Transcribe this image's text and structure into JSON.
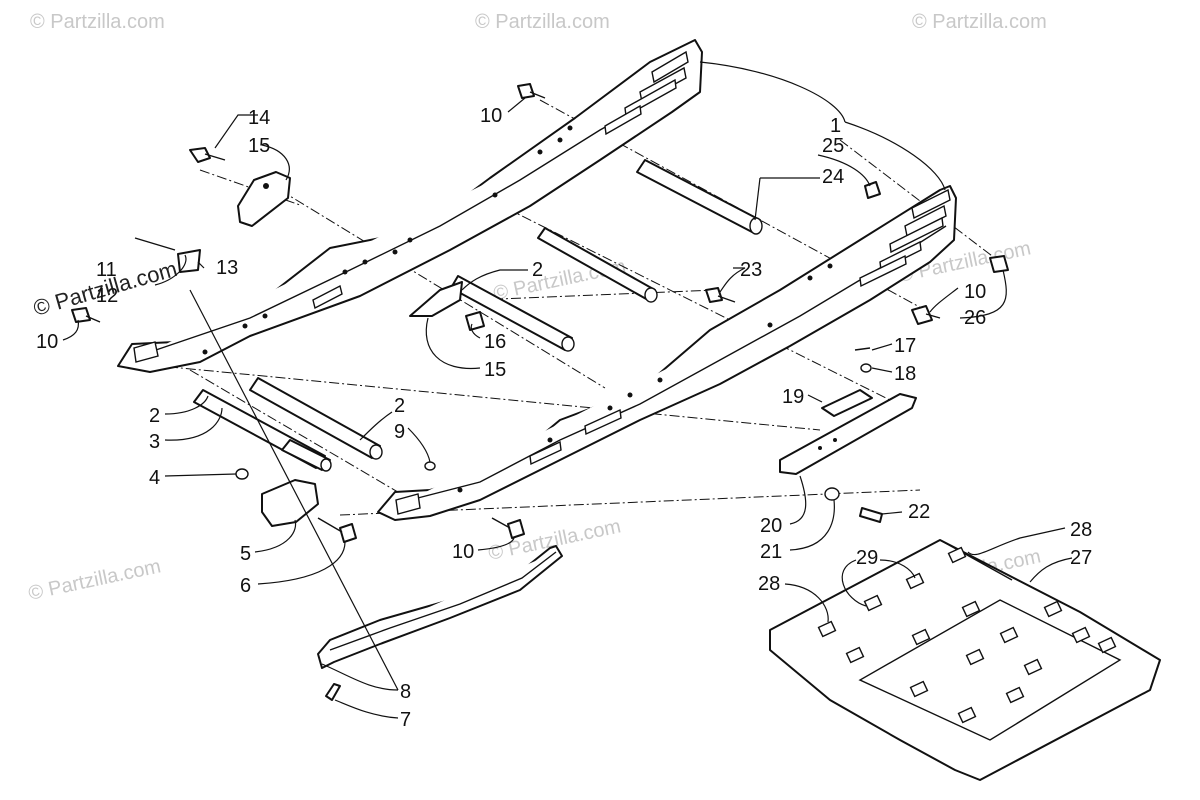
{
  "watermark": {
    "text": "© Partzilla.com",
    "brand_text": "© Partzilla.com"
  },
  "callouts": [
    {
      "id": "c1",
      "label": "1"
    },
    {
      "id": "c25",
      "label": "25"
    },
    {
      "id": "c24",
      "label": "24"
    },
    {
      "id": "c10a",
      "label": "10"
    },
    {
      "id": "c14",
      "label": "14"
    },
    {
      "id": "c15a",
      "label": "15"
    },
    {
      "id": "c11",
      "label": "11"
    },
    {
      "id": "c12",
      "label": "12"
    },
    {
      "id": "c13",
      "label": "13"
    },
    {
      "id": "c10b",
      "label": "10"
    },
    {
      "id": "c2a",
      "label": "2"
    },
    {
      "id": "c23",
      "label": "23"
    },
    {
      "id": "c10c",
      "label": "10"
    },
    {
      "id": "c26",
      "label": "26"
    },
    {
      "id": "c16",
      "label": "16"
    },
    {
      "id": "c15b",
      "label": "15"
    },
    {
      "id": "c17",
      "label": "17"
    },
    {
      "id": "c18",
      "label": "18"
    },
    {
      "id": "c19",
      "label": "19"
    },
    {
      "id": "c2b",
      "label": "2"
    },
    {
      "id": "c3",
      "label": "3"
    },
    {
      "id": "c2c",
      "label": "2"
    },
    {
      "id": "c9",
      "label": "9"
    },
    {
      "id": "c4",
      "label": "4"
    },
    {
      "id": "c5",
      "label": "5"
    },
    {
      "id": "c6",
      "label": "6"
    },
    {
      "id": "c10d",
      "label": "10"
    },
    {
      "id": "c20",
      "label": "20"
    },
    {
      "id": "c21",
      "label": "21"
    },
    {
      "id": "c22",
      "label": "22"
    },
    {
      "id": "c28a",
      "label": "28"
    },
    {
      "id": "c27",
      "label": "27"
    },
    {
      "id": "c29",
      "label": "29"
    },
    {
      "id": "c28b",
      "label": "28"
    },
    {
      "id": "c8",
      "label": "8"
    },
    {
      "id": "c7",
      "label": "7"
    }
  ]
}
